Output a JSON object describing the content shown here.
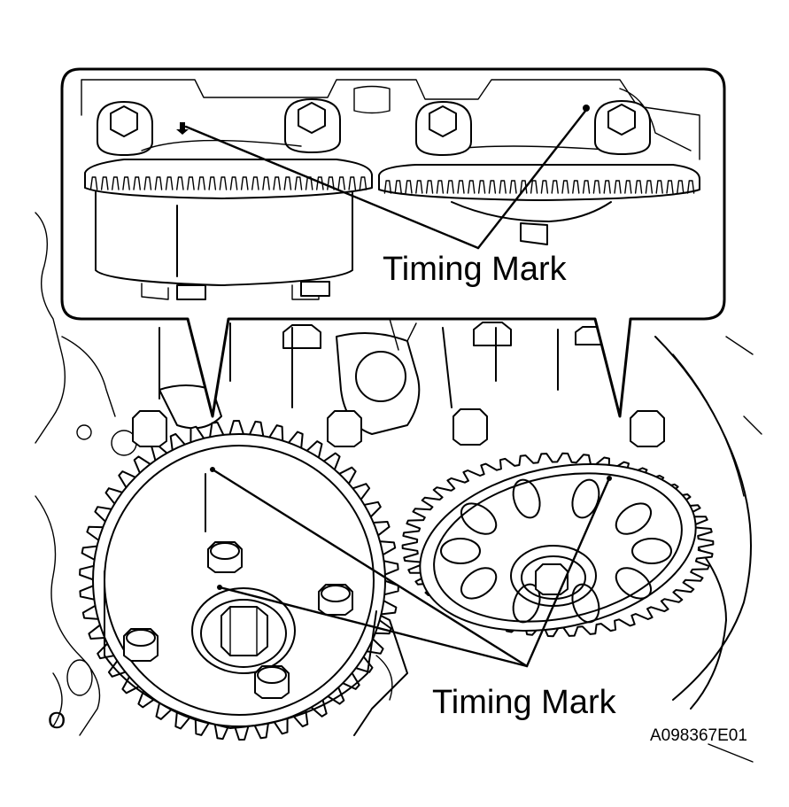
{
  "labels": {
    "timing_mark_top": "Timing Mark",
    "timing_mark_bottom": "Timing Mark",
    "figure_code": "A098367E01"
  }
}
